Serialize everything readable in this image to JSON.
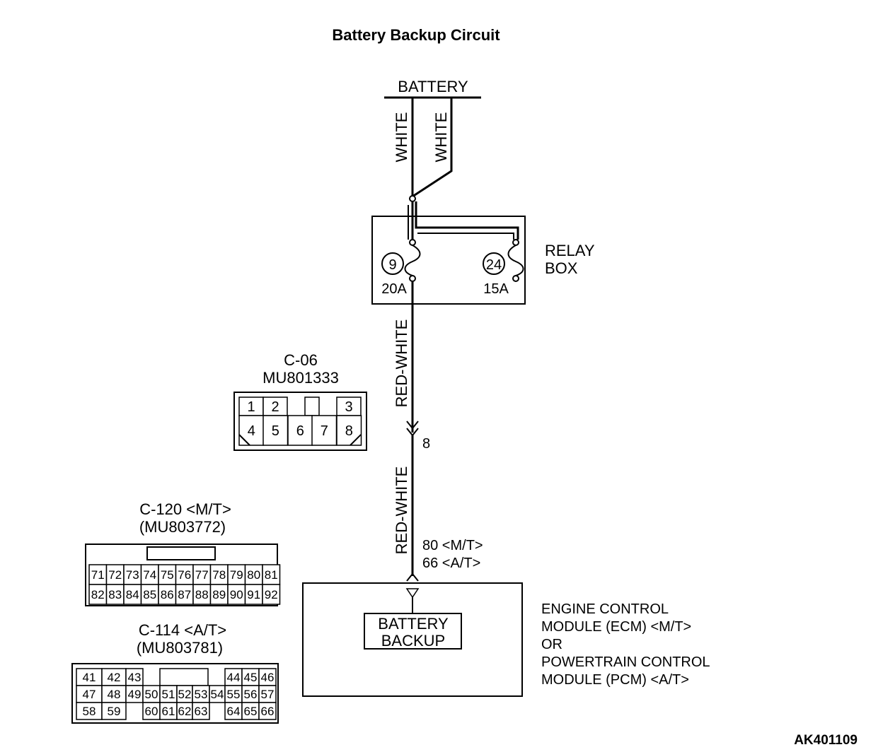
{
  "title": "Battery Backup Circuit",
  "battery_label": "BATTERY",
  "wire_white_1": "WHITE",
  "wire_white_2": "WHITE",
  "relay_box": {
    "label_line1": "RELAY",
    "label_line2": "BOX",
    "fuse_left_number": "9",
    "fuse_left_rating": "20A",
    "fuse_right_number": "24",
    "fuse_right_rating": "15A"
  },
  "wire_red_white_1": "RED-WHITE",
  "wire_red_white_2": "RED-WHITE",
  "connector_pin_8": "8",
  "ecm_pins": {
    "line1": "80 <M/T>",
    "line2": "66 <A/T>"
  },
  "battery_backup": {
    "line1": "BATTERY",
    "line2": "BACKUP"
  },
  "module_label": {
    "line1": "ENGINE CONTROL",
    "line2": "MODULE (ECM) <M/T>",
    "line3": "OR",
    "line4": "POWERTRAIN CONTROL",
    "line5": "MODULE (PCM) <A/T>"
  },
  "connector_c06": {
    "name": "C-06",
    "part": "MU801333",
    "row1": [
      "1",
      "2",
      "",
      "3"
    ],
    "row2": [
      "4",
      "5",
      "6",
      "7",
      "8"
    ]
  },
  "connector_c120": {
    "name": "C-120 <M/T>",
    "part": "(MU803772)",
    "row1": [
      "71",
      "72",
      "73",
      "74",
      "75",
      "76",
      "77",
      "78",
      "79",
      "80",
      "81"
    ],
    "row2": [
      "82",
      "83",
      "84",
      "85",
      "86",
      "87",
      "88",
      "89",
      "90",
      "91",
      "92"
    ]
  },
  "connector_c114": {
    "name": "C-114 <A/T>",
    "part": "(MU803781)",
    "row1": [
      "41",
      "42",
      "43",
      "44",
      "45",
      "46"
    ],
    "row2": [
      "47",
      "48",
      "49",
      "50",
      "51",
      "52",
      "53",
      "54",
      "55",
      "56",
      "57"
    ],
    "row3": [
      "58",
      "59",
      "60",
      "61",
      "62",
      "63",
      "64",
      "65",
      "66"
    ]
  },
  "figure_code": "AK401109"
}
